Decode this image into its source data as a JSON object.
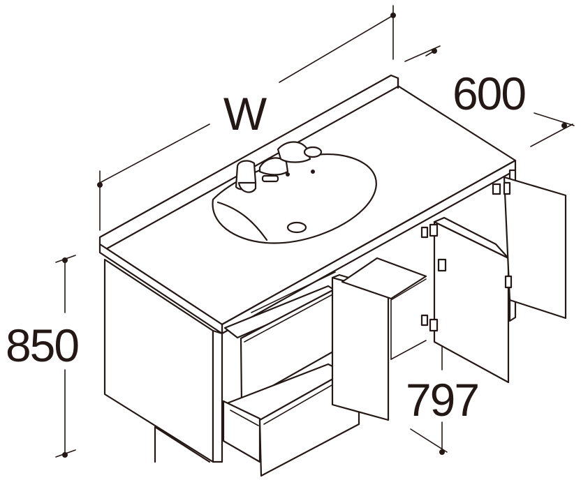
{
  "dimensions": {
    "width_label": "W",
    "depth_label": "600",
    "height_label": "850",
    "inner_height_label": "797"
  },
  "colors": {
    "line": "#231815",
    "background": "#ffffff"
  }
}
